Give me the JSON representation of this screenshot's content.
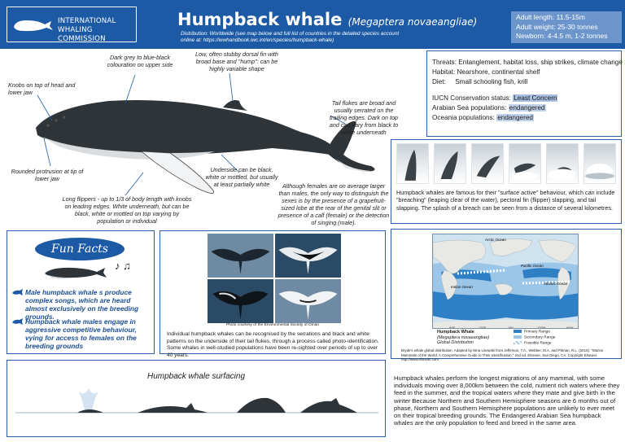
{
  "header": {
    "logo_line1": "INTERNATIONAL",
    "logo_line2": "WHALING COMMISSION",
    "title": "Humpback whale",
    "scientific_name": "(Megaptera novaeangliae)",
    "distribution_line1": "Distribution:  Worldwide (see map below and full list of countries in the  detailed species account",
    "distribution_line2": "online at: https://wwhandbook.iwc.int/en/species/humpback-whale)",
    "stats": {
      "length": "Adult length: 11.5-15m",
      "weight": "Adult weight: 25-30 tonnes",
      "newborn": "Newborn: 4-4.5 m, 1-2 tonnes"
    }
  },
  "anatomy": {
    "knobs": "Knobs on top of head and lower jaw",
    "colour": "Dark grey to blue-black colouration on upper side",
    "fin": "Low, often stubby dorsal  fin with broad base and \"hump\": can be highly variable shape",
    "flukes": "Tail flukes are broad and usually serrated on the trailing edges.  Dark on top and can vary from black to white underneath",
    "protrusion": "Rounded protrusion at tip of lower jaw",
    "flippers": "Long flippers  - up to 1/3 of body length with knobs on leading edges. White underneath, but can be black, white or mottled on top varying by population or individual",
    "underside": "Underside can be black, white or mottled, but usually at least partially white",
    "sexing": "Although females are on average larger than males, the only way to distinguish the sexes is by the presence of a grapefruit-sized lobe at the rear of the genital slit or presence of a calf (female) or the detection of singing (male)."
  },
  "threats": {
    "threats": "Threats: Entanglement, habitat loss, ship strikes, climate change",
    "habitat": "Habitat: Nearshore, continental shelf",
    "diet_label": "Diet:",
    "diet": "Small schooling fish, krill",
    "iucn_label": "IUCN  Conservation status:",
    "iucn_value": "Least Concern",
    "arabian_label": "Arabian Sea populations:",
    "arabian_value": "endangered",
    "oceania_label": "Oceania populations:",
    "oceania_value": "endangered"
  },
  "breach": {
    "text": "Humpback whales are famous for their \"surface active\" behaviour, which can include \"breaching\" (leaping clear of the water), pectoral fin (flipper) slapping, and tail slapping. The splash of a breach can be seen from a distance of several kilometres."
  },
  "fun_facts": {
    "title": "Fun Facts",
    "fact1": "Male humpback whale s produce complex songs, which are heard almost exclusively on the breeding grounds.",
    "fact2": "Humpback whale males engage in aggressive competitive behaviour, vying for access to females on the breeding grounds"
  },
  "tails": {
    "credit": "Photo courtesy of the Environmental Society of Oman",
    "text": "Individual humpback whales can be recognised by the serrations and black and white patterns on the underside of their tail flukes, through a process called photo-identification.  Some whales in well-studied populations have been re-sighted over periods of up to  over 40 years."
  },
  "map": {
    "labels": {
      "arctic": "Arctic Ocean",
      "pacific": "Pacific Ocean",
      "atlantic": "Atlantic Ocean",
      "indian": "Indian Ocean"
    },
    "lon_ticks": [
      "60E",
      "120E",
      "180",
      "120W",
      "60W"
    ],
    "legend_title": "Humpback Whale",
    "legend_sub": "(Megaptera novaeangliae)",
    "legend_sub2": "Global Distribution",
    "legend_items": [
      "Primary Range",
      "Secondary Range",
      "Possible Range"
    ],
    "colors": {
      "primary": "#2f7fc4",
      "secondary": "#9cc6e8",
      "land": "#e8e8e4",
      "ocean": "#cfe2f0"
    },
    "citation": "Bryde's whale global distribution. Adapted by Nina Lisowski from Jefferson, T.A., Webber, M.A. and Pitman, R.L. (2015). \"Marine Mammals of the World: A Comprehensive Guide to Their Identification,\" 2nd ed. Elsevier, San Diego, CA. Copyright Elsevier. http://www.elsevier.com"
  },
  "migration": {
    "text": "Humpback whales perform the longest migrations of any mammal, with some individuals moving over 8,000km between the cold, nutrient rich waters where they feed in the summer, and the tropical waters where they mate and give birth in the winter Because Northern and Southern Hemisphere seasons are 6 months out of phase, Northern and Southern Hemisphere populations are unlikely to ever meet on their tropical breeding grounds. The Endangered  Arabian Sea humpback whales  are the only population to feed and breed in the same area."
  },
  "surfacing": {
    "title": "Humpback whale surfacing"
  }
}
